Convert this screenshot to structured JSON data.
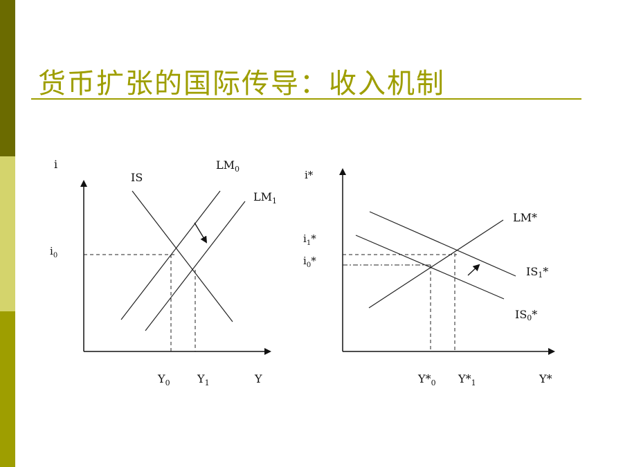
{
  "slide": {
    "title": "货币扩张的国际传导：收入机制"
  },
  "left_diagram": {
    "y_axis_label": "i",
    "x_axis_label": "Y",
    "is_label": "IS",
    "lm0_label": "LM",
    "lm0_sub": "0",
    "lm1_label": "LM",
    "lm1_sub": "1",
    "i0_label": "i",
    "i0_sub": "0",
    "y0_label": "Y",
    "y0_sub": "0",
    "y1_label": "Y",
    "y1_sub": "1"
  },
  "right_diagram": {
    "y_axis_label": "i*",
    "x_axis_label": "Y*",
    "lm_label": "LM*",
    "is1_label": "IS",
    "is1_sub": "1",
    "is1_star": "*",
    "is0_label": "IS",
    "is0_sub": "0",
    "is0_star": "*",
    "i1_label": "i",
    "i1_sub": "1",
    "i1_star": "*",
    "i0_label": "i",
    "i0_sub": "0",
    "i0_star": "*",
    "y0_label": "Y*",
    "y0_sub": "0",
    "y1_label": "Y*",
    "y1_sub": "1"
  },
  "colors": {
    "accent": "#9e9e00",
    "sidebar_dark": "#6b6b00",
    "sidebar_light": "#d4d46c",
    "sidebar_mid": "#9e9e00",
    "line": "#222222"
  }
}
